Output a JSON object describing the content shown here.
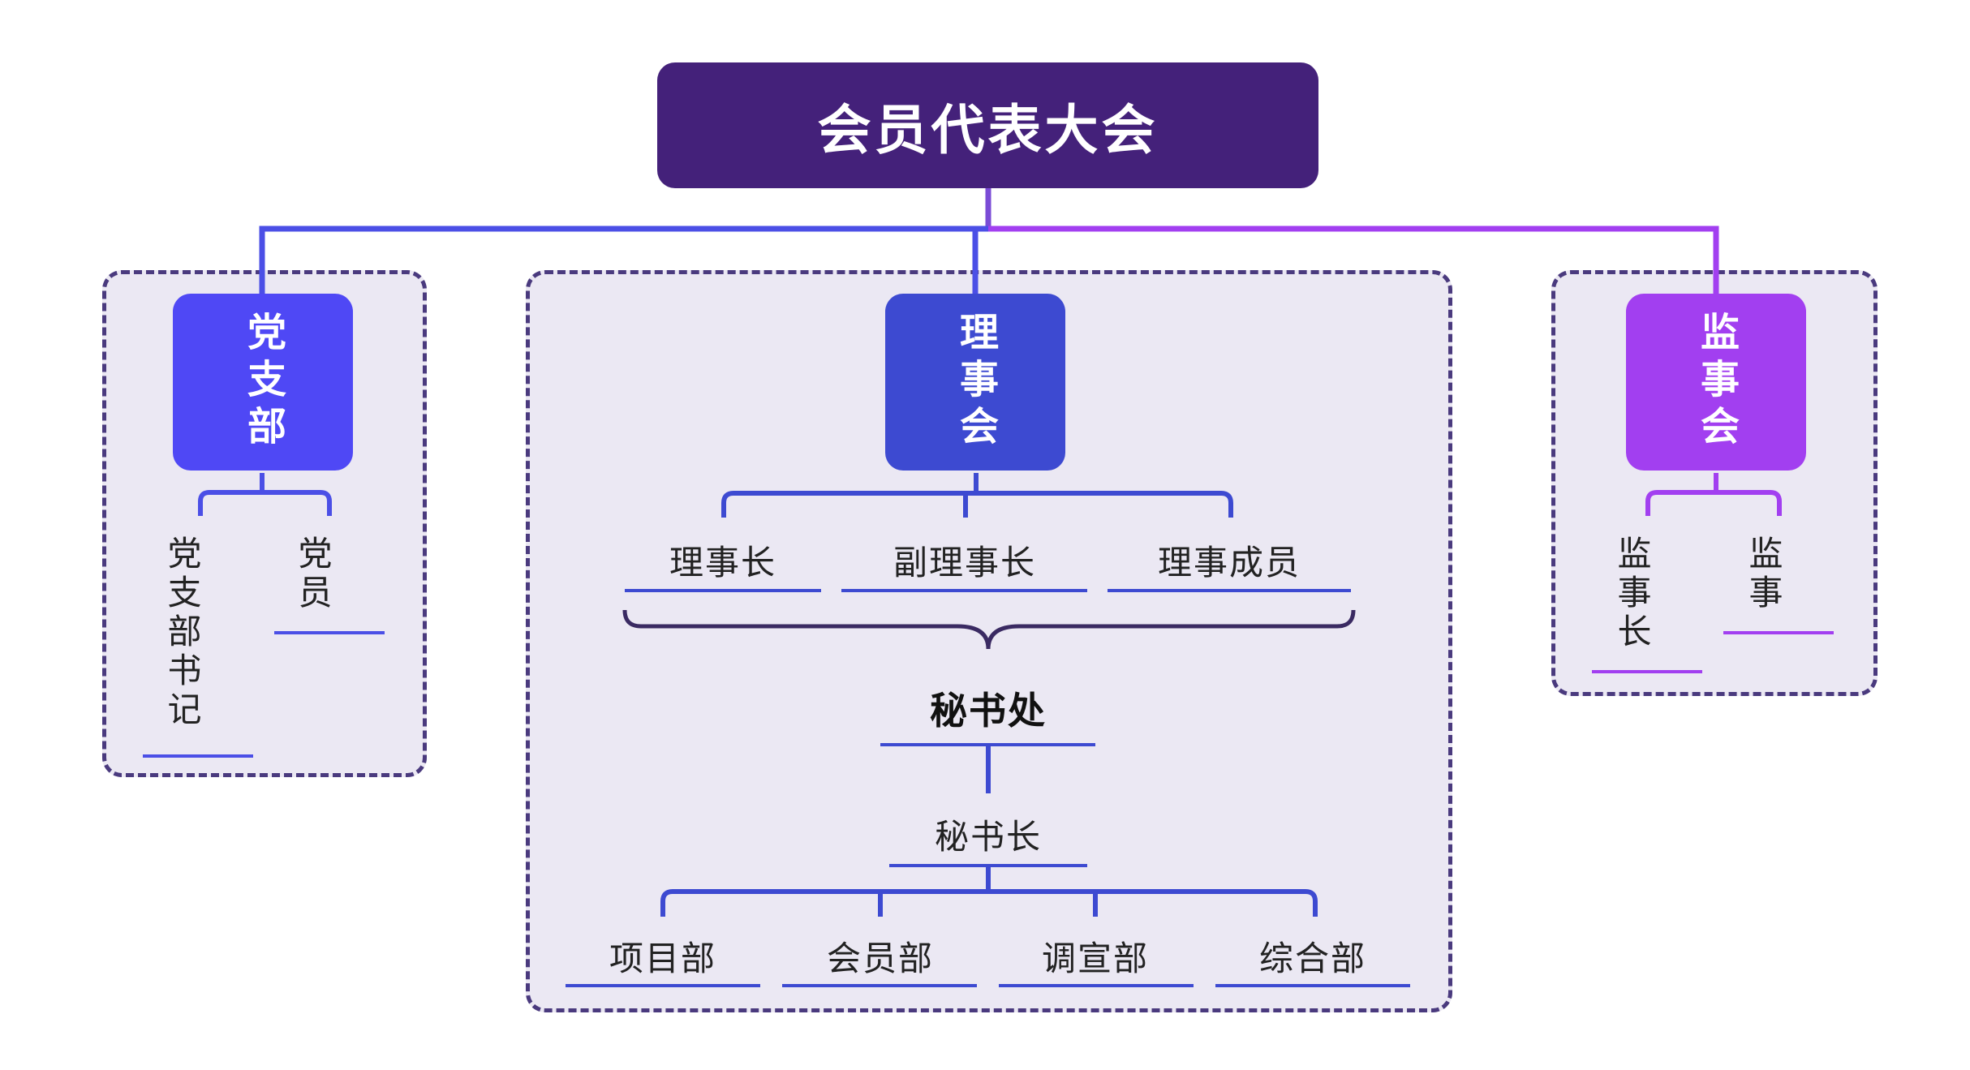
{
  "root": {
    "label": "会员代表大会"
  },
  "party_branch": {
    "label": "党支部",
    "color": "#4f48f5",
    "children": [
      "党支部书记",
      "党员"
    ]
  },
  "council": {
    "label": "理事会",
    "color": "#3d4ad1",
    "children": [
      "理事长",
      "副理事长",
      "理事成员"
    ],
    "secretariat": {
      "label": "秘书处",
      "head": "秘书长",
      "departments": [
        "项目部",
        "会员部",
        "调宣部",
        "综合部"
      ]
    }
  },
  "supervisory": {
    "label": "监事会",
    "color": "#a23ff0",
    "children": [
      "监事长",
      "监事"
    ]
  },
  "colors": {
    "root_bg": "#44217a",
    "connector_blue": "#4b4fe6",
    "connector_purple": "#a23ff0",
    "box_fill": "#ebe8f3",
    "box_border": "#4a3a7e"
  }
}
